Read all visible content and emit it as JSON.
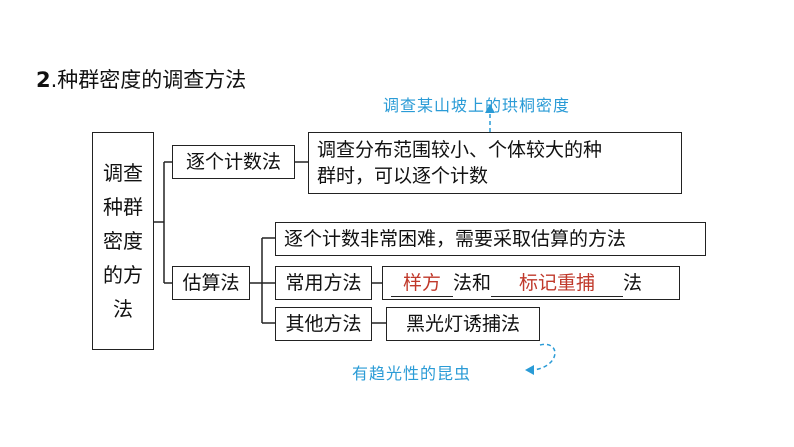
{
  "heading": {
    "number": "2",
    "title": ".种群密度的调查方法"
  },
  "root_lines": [
    "调查",
    "种群",
    "密度",
    "的方",
    "法"
  ],
  "branch_one": {
    "label": "逐个计数法",
    "desc_line1": "调查分布范围较小、个体较大的种",
    "desc_line2": "群时，可以逐个计数",
    "example_note": "调查某山坡上的珙桐密度"
  },
  "branch_two": {
    "label": "估算法",
    "intro": "逐个计数非常困难，需要采取估算的方法",
    "common": {
      "label": "常用方法",
      "answer1": "样方",
      "mid": "法和",
      "answer2": "标记重捕",
      "tail": "法"
    },
    "other": {
      "label": "其他方法",
      "value": "黑光灯诱捕法",
      "note": "有趋光性的昆虫"
    }
  },
  "colors": {
    "line": "#222222",
    "note": "#2a9bd6",
    "answer": "#c0392b"
  }
}
